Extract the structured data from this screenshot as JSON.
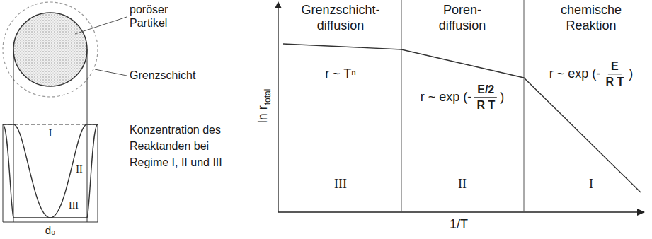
{
  "diagram": {
    "labels": [
      "poröser Partikel",
      "Grenzschicht",
      "Konzentration des Reaktanden bei Regime I, II und III",
      "I",
      "II",
      "III",
      "d₀",
      "Grenzschicht- diffusion",
      "Poren- diffusion",
      "chemische Reaktion",
      "ln r",
      "total",
      "r ~ Tⁿ",
      "r ~ exp (-",
      "E/2",
      "R T",
      ")",
      "r ~ exp (-",
      "E",
      "R T",
      ")",
      "III",
      "II",
      "I",
      "1/T"
    ]
  }
}
